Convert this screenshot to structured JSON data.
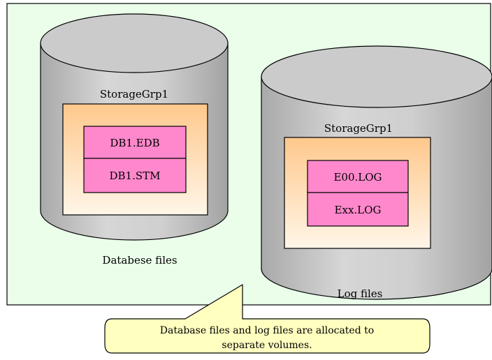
{
  "panel": {
    "background": "#eafeea"
  },
  "left_storage": {
    "group_label": "StorageGrp1",
    "files": [
      "DB1.EDB",
      "DB1.STM"
    ],
    "caption": "Databese files"
  },
  "right_storage": {
    "group_label": "StorageGrp1",
    "files": [
      "E00.LOG",
      "Exx.LOG"
    ],
    "caption": "Log files"
  },
  "callout": {
    "lines": [
      "Database files and log files are allocated to",
      "separate volumes."
    ],
    "fill": "#ffffc0"
  },
  "colors": {
    "cylinder_body": "#c4c4c4",
    "file_box": "#ff88cc",
    "group_gradient_top": "#ffc88c",
    "group_gradient_bottom": "#fff6e8"
  }
}
